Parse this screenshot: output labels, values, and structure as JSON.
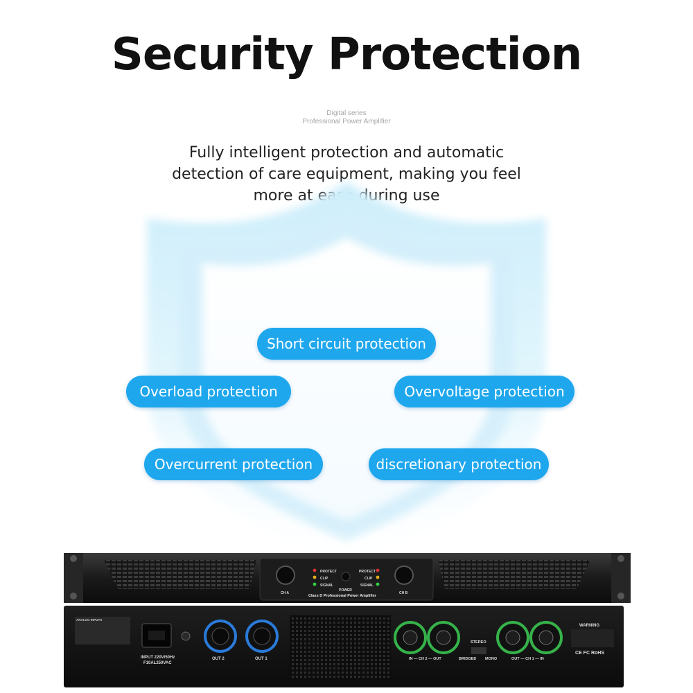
{
  "title": "Security Protection",
  "series": {
    "line1": "Digital series",
    "line2": "Professional Power Amplifier"
  },
  "description": {
    "line1": "Fully intelligent protection and automatic",
    "line2": "detection of care equipment, making you feel",
    "line3": "more at ease during use"
  },
  "protections": [
    "Short circuit protection",
    "Overload protection",
    "Overvoltage protection",
    "Overcurrent protection",
    "discretionary protection"
  ],
  "colors": {
    "pill": "#1fa7ee",
    "shield": "#bfe6f7",
    "chassis": "#141414"
  },
  "amplifier_front": {
    "protect": "PROTECT",
    "clip": "CLIP",
    "signal": "SIGNAL",
    "power": "POWER",
    "ch_a": "CH A",
    "ch_b": "CH B",
    "model": "Class D Professional Power Amplifier"
  },
  "amplifier_back": {
    "inputs_header": "ANALOG INPUTS",
    "input_line1": "INPUT 220V/50Hz",
    "input_line2": "F10AL250VAC",
    "out2": "OUT 2",
    "out1": "OUT 1",
    "ch2": "IN — CH 2 — OUT",
    "ch1": "OUT — CH 1 — IN",
    "stereo": "STEREO",
    "bridged": "BRIDGED",
    "mono": "MONO",
    "warning": "WARNING",
    "marks": "CE FC RoHS"
  }
}
